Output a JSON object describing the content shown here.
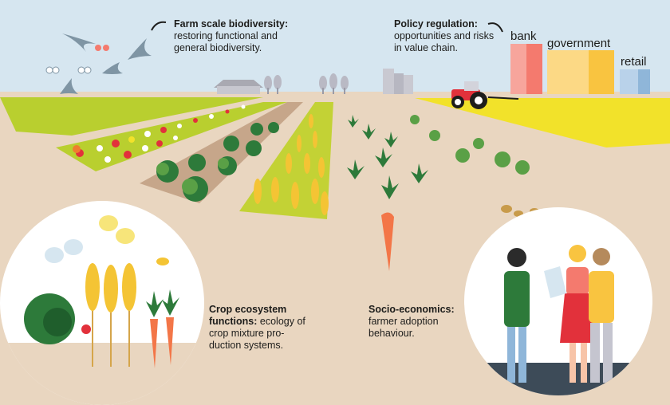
{
  "labels": {
    "farm": {
      "title": "Farm scale biodiversity:",
      "body": "restoring functional and general biodiversity."
    },
    "policy": {
      "title": "Policy regulation:",
      "body": "opportunities and risks in value chain."
    },
    "crop": {
      "title": "Crop ecosystem functions:",
      "body": "ecology of crop mixture pro-duction systems."
    },
    "socio": {
      "title": "Socio-economics:",
      "body": "farmer adoption behaviour."
    }
  },
  "value_chain": {
    "bank": "bank",
    "government": "government",
    "retail": "retail"
  },
  "colors": {
    "sky": "#d6e6f0",
    "soil": "#e9d6c0",
    "grass": "#b9cf2f",
    "yellow_field": "#f2e22a",
    "bank": "#f47a6e",
    "government": "#f9c440",
    "retail": "#8fb6d9"
  }
}
